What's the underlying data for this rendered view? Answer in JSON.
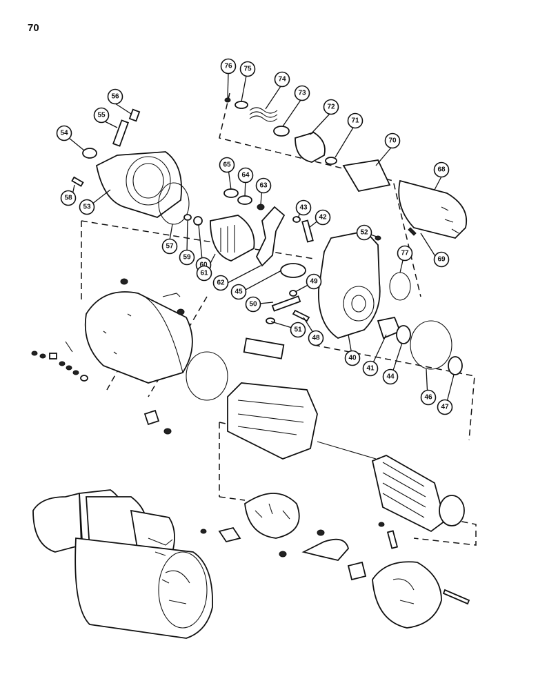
{
  "page": {
    "number": "70"
  },
  "callouts": [
    {
      "id": "76",
      "label": "76"
    },
    {
      "id": "75",
      "label": "75"
    },
    {
      "id": "74",
      "label": "74"
    },
    {
      "id": "73",
      "label": "73"
    },
    {
      "id": "72",
      "label": "72"
    },
    {
      "id": "71",
      "label": "71"
    },
    {
      "id": "70",
      "label": "70"
    },
    {
      "id": "68",
      "label": "68"
    },
    {
      "id": "56",
      "label": "56"
    },
    {
      "id": "55",
      "label": "55"
    },
    {
      "id": "54",
      "label": "54"
    },
    {
      "id": "58",
      "label": "58"
    },
    {
      "id": "53",
      "label": "53"
    },
    {
      "id": "65",
      "label": "65"
    },
    {
      "id": "64",
      "label": "64"
    },
    {
      "id": "63",
      "label": "63"
    },
    {
      "id": "43",
      "label": "43"
    },
    {
      "id": "42",
      "label": "42"
    },
    {
      "id": "52",
      "label": "52"
    },
    {
      "id": "57",
      "label": "57"
    },
    {
      "id": "59",
      "label": "59"
    },
    {
      "id": "60",
      "label": "60"
    },
    {
      "id": "61",
      "label": "61"
    },
    {
      "id": "62",
      "label": "62"
    },
    {
      "id": "77",
      "label": "77"
    },
    {
      "id": "69",
      "label": "69"
    },
    {
      "id": "45",
      "label": "45"
    },
    {
      "id": "49",
      "label": "49"
    },
    {
      "id": "50",
      "label": "50"
    },
    {
      "id": "51",
      "label": "51"
    },
    {
      "id": "48",
      "label": "48"
    },
    {
      "id": "40",
      "label": "40"
    },
    {
      "id": "41",
      "label": "41"
    },
    {
      "id": "44",
      "label": "44"
    },
    {
      "id": "46",
      "label": "46"
    },
    {
      "id": "47",
      "label": "47"
    }
  ]
}
